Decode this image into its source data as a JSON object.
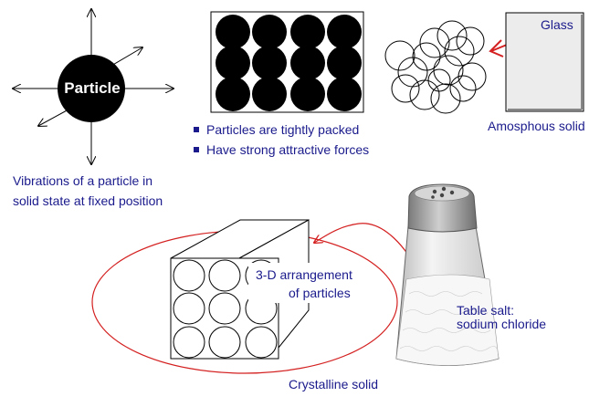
{
  "particle_label": "Particle",
  "vibration_caption": [
    "Vibrations of a particle in",
    "solid state at fixed position"
  ],
  "solid_properties": [
    "Particles are tightly packed",
    "Have strong attractive forces"
  ],
  "glass_label": "Glass",
  "amorphous_label": "Amosphous solid",
  "arrangement_label": [
    "3-D arrangement",
    "of particles"
  ],
  "salt_label": [
    "Table salt:",
    "sodium chloride"
  ],
  "crystalline_label": "Crystalline solid",
  "colors": {
    "text": "#1a1a8c",
    "annotation": "#d42020",
    "ink": "#000000"
  }
}
